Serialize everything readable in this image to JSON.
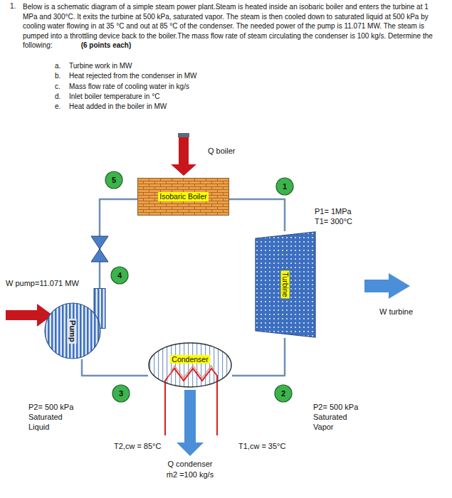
{
  "diagram": {
    "nodes": [
      {
        "text": [
          "Isobaric Boiler"
        ]
      },
      {
        "text": [
          "5"
        ]
      },
      {
        "text": [
          "1"
        ]
      },
      {
        "text": [
          "4"
        ]
      },
      {
        "text": [
          "Turbine"
        ]
      },
      {
        "text": [
          "Pump"
        ]
      },
      {
        "text": [
          "Condenser"
        ]
      },
      {
        "text": [
          "3"
        ]
      },
      {
        "text": [
          "2"
        ]
      }
    ],
    "edges": [
      {
        "from": 0,
        "to": 4,
        "arrow": "none"
      },
      {
        "from": 4,
        "to": 6,
        "arrow": "none"
      },
      {
        "from": 6,
        "to": 5,
        "arrow": "none"
      },
      {
        "from": 5,
        "to": 0,
        "arrow": "none"
      }
    ],
    "labels": [
      "1.",
      "Below is a schematic diagram of a simple steam power plant.Steam is heated inside an isobaric boiler and enters the turbine at 1 MPa and 300°C. It exits the turbine at 500 kPa, saturated vapor. The steam is then cooled down to saturated liquid at 500 kPa by cooling water flowing in at 35 °C and out at 85 °C of the condenser. The needed power of the pump is 11.071 MW. The steam is pumped into a throttling device back to the boiler.The mass flow rate of steam circulating the condenser is 100 kg/s. Determine the following:",
      "(6 points each)",
      "a.",
      "Turbine work in MW",
      "b.",
      "Heat rejected from the condenser in MW",
      "c.",
      "Mass flow rate of cooling water in kg/s",
      "d.",
      "Inlet boiler temperature in °C",
      "e.",
      "Heat added in the boiler in MW",
      "Q boiler",
      "P1= 1MPa",
      "T1= 300°C",
      "W pump=11.071 MW",
      "W turbine",
      "P2= 500 kPa",
      "Saturated Liquid",
      "P2= 500 kPa",
      "Saturated Vapor",
      "T2,cw = 85°C",
      "T1,cw = 35°C",
      "Q condenser",
      "ṁ2 =100 kg/s"
    ]
  }
}
